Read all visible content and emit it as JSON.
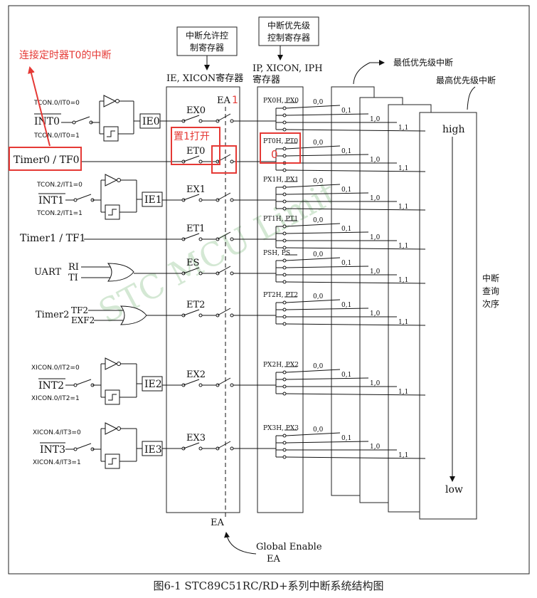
{
  "annotations": {
    "red_note": "连接定时器T0的中断",
    "set_open": "置1打开",
    "ea_value": "1",
    "pt0_value": "0",
    "accent_color": "#e53935"
  },
  "headers": {
    "ie_box_top": "中断允许控",
    "ie_box_bottom": "制寄存器",
    "ip_box_top": "中断优先级",
    "ip_box_bottom": "控制寄存器",
    "ie_label": "IE, XICON寄存器",
    "ip_label_top": "IP, XICON, IPH",
    "ip_label_bottom": "寄存器",
    "lowest": "最低优先级中断",
    "highest": "最高优先级中断",
    "high": "high",
    "low": "low",
    "query_1": "中断",
    "query_2": "查询",
    "query_3": "次序",
    "ea": "EA",
    "global_enable": "Global Enable",
    "global_ea": "EA"
  },
  "sources": {
    "tcon0_it0_0": "TCON.0/IT0=0",
    "tcon0_it0_1": "TCON.0/IT0=1",
    "int0": "INT0",
    "ie0": "IE0",
    "timer0": "Timer0 / TF0",
    "tcon2_it1_0": "TCON.2/IT1=0",
    "tcon2_it1_1": "TCON.2/IT1=1",
    "int1": "INT1",
    "ie1": "IE1",
    "timer1": "Timer1 / TF1",
    "uart": "UART",
    "ri": "RI",
    "ti": "TI",
    "timer2": "Timer2",
    "tf2": "TF2",
    "exf2": "EXF2",
    "xicon0_it2_0": "XICON.0/IT2=0",
    "xicon0_it2_1": "XICON.0/IT2=1",
    "int2": "INT2",
    "ie2": "IE2",
    "xicon4_it3_0": "XICON.4/IT3=0",
    "xicon4_it3_1": "XICON.4/IT3=1",
    "int3": "INT3",
    "ie3": "IE3"
  },
  "enable_bits": [
    "EX0",
    "ET0",
    "EX1",
    "ET1",
    "ES",
    "ET2",
    "EX2",
    "EX3"
  ],
  "priority_labels": [
    "PX0H, PX0",
    "PT0H, PT0",
    "PX1H, PX1",
    "PT1H, PT1",
    "PSH, PS",
    "PT2H, PT2",
    "PX2H, PX2",
    "PX3H, PX3"
  ],
  "level_codes": [
    "0,0",
    "0,1",
    "1,0",
    "1,1"
  ],
  "watermark": "STC MCU Limited",
  "caption": "图6-1   STC89C51RC/RD+系列中断系统结构图"
}
